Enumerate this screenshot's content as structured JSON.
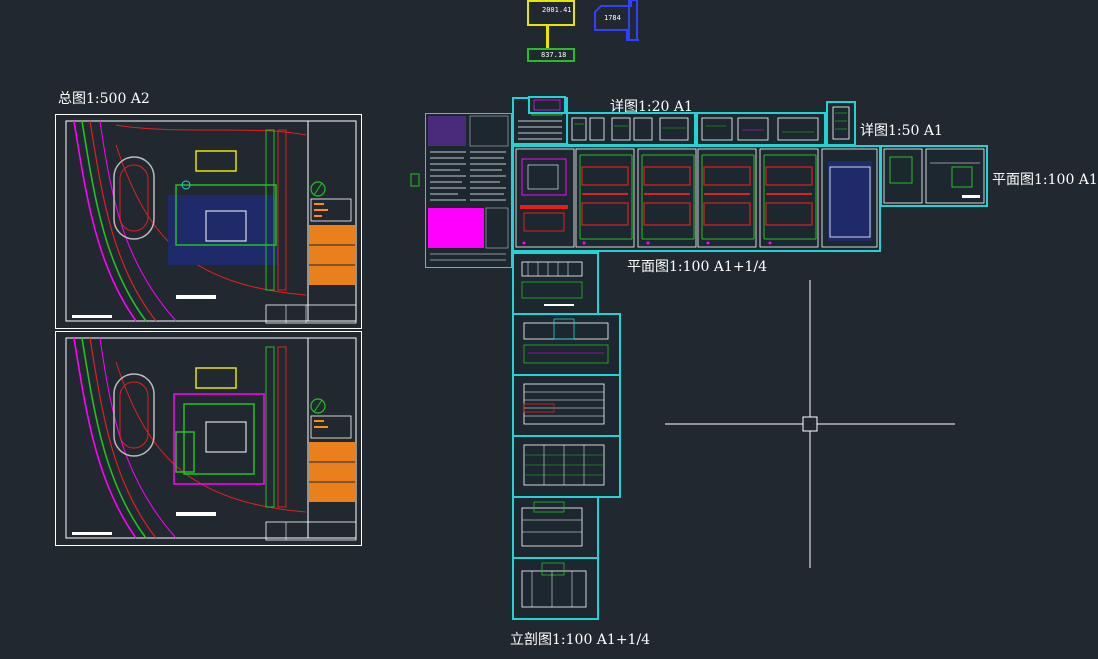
{
  "labels": {
    "site_plan": "总图1:500  A2",
    "detail_20": "详图1:20  A1",
    "detail_50": "详图1:50  A1",
    "plan_right": "平面图1:100 A1",
    "plan_main": "平面图1:100 A1+1/4",
    "elevation": "立剖图1:100 A1+1/4"
  },
  "area_tags": {
    "yellow": "2001.41",
    "blue": "1784",
    "green": "837.18"
  },
  "colors": {
    "background": "#212830",
    "sheet_border_cyan": "#22d3d3",
    "sheet_border_white": "#ffffff",
    "magenta": "#ff00ff",
    "red": "#e02020",
    "green": "#22c022",
    "yellow": "#e6e600",
    "orange": "#ff8a1a",
    "blue": "#3040ff"
  }
}
